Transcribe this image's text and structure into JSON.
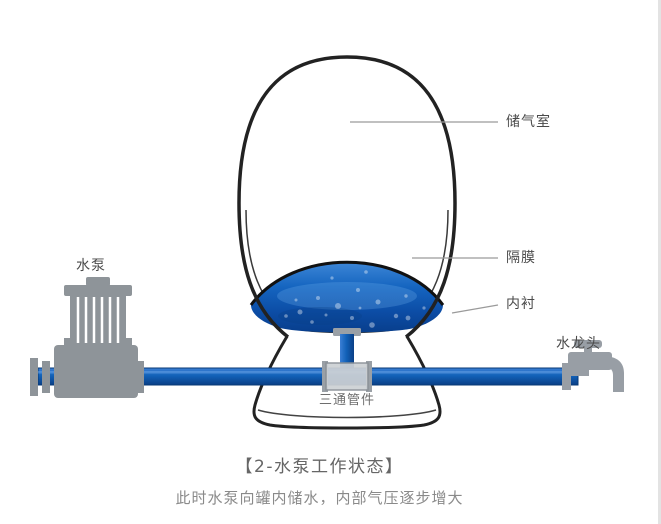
{
  "diagram": {
    "labels": {
      "air_chamber": "储气室",
      "diaphragm": "隔膜",
      "liner": "内衬",
      "pump": "水泵",
      "faucet": "水龙头",
      "tee_fitting": "三通管件"
    },
    "caption": "【2-水泵工作状态】",
    "subtitle": "此时水泵向罐内储水，内部气压逐步增大",
    "colors": {
      "water_blue": "#1565c0",
      "pipe_blue_dark": "#0a3f86",
      "outline_black": "#1f1f1f",
      "machine_gray": "#8e9499",
      "leader_gray": "#9a9a9a",
      "label_text": "#4a4a4a",
      "caption_text": "#666666",
      "subtitle_text": "#8a8a8a"
    }
  }
}
